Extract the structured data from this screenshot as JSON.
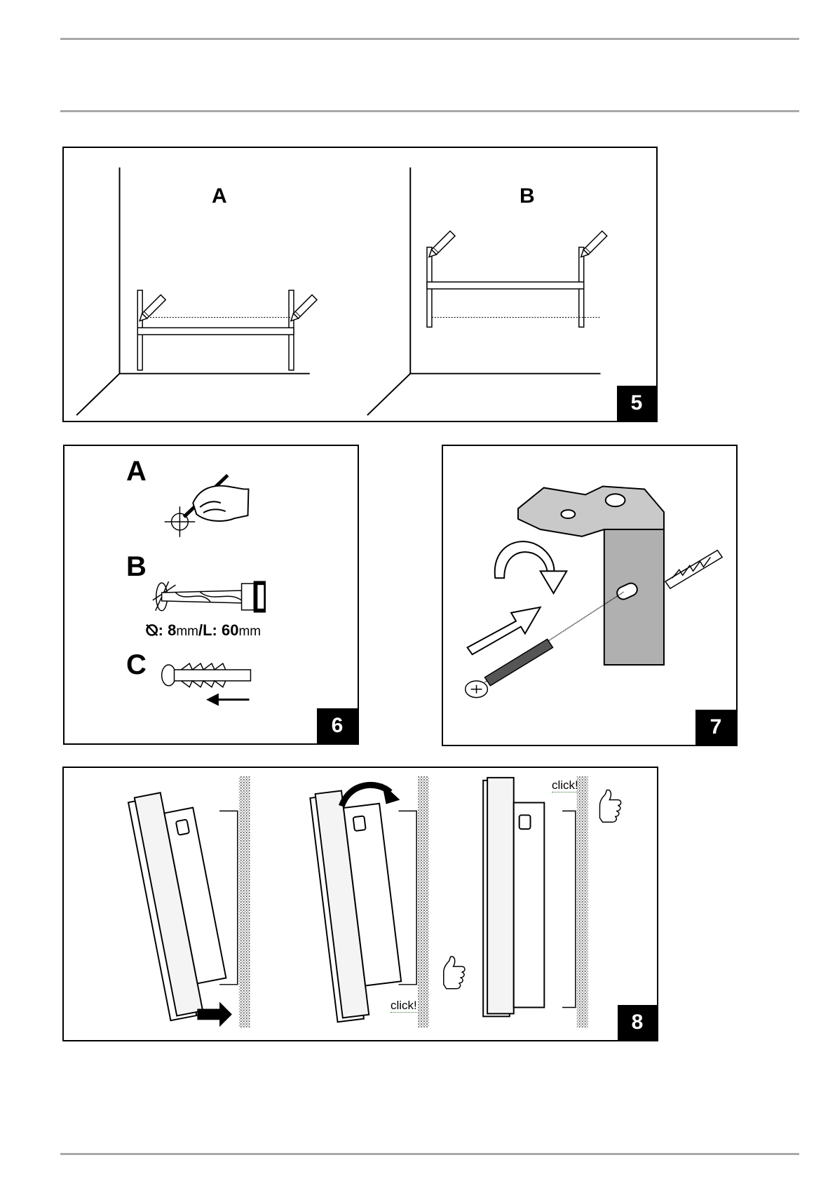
{
  "figure5": {
    "badge": "5",
    "label_a": "A",
    "label_b": "B"
  },
  "figure6": {
    "badge": "6",
    "step_a": "A",
    "step_b": "B",
    "step_c": "C",
    "drill_spec": {
      "diameter_symbol": "⦰",
      "diameter_prefix": ": 8",
      "diameter_unit": "mm",
      "length_prefix": "/L: 60",
      "length_unit": "mm"
    }
  },
  "figure7": {
    "badge": "7"
  },
  "figure8": {
    "badge": "8",
    "click_text_step2": "click!",
    "click_text_step3": "click!"
  },
  "icons": [
    "pencil-icon",
    "hand-with-pen-icon",
    "crosshair-icon",
    "drill-bit-icon",
    "wall-plug-icon",
    "arrow-icon",
    "screw-icon",
    "bracket-icon",
    "rotate-arrow-icon",
    "thumbs-up-icon",
    "heater-icon",
    "wall-hatch-icon"
  ]
}
